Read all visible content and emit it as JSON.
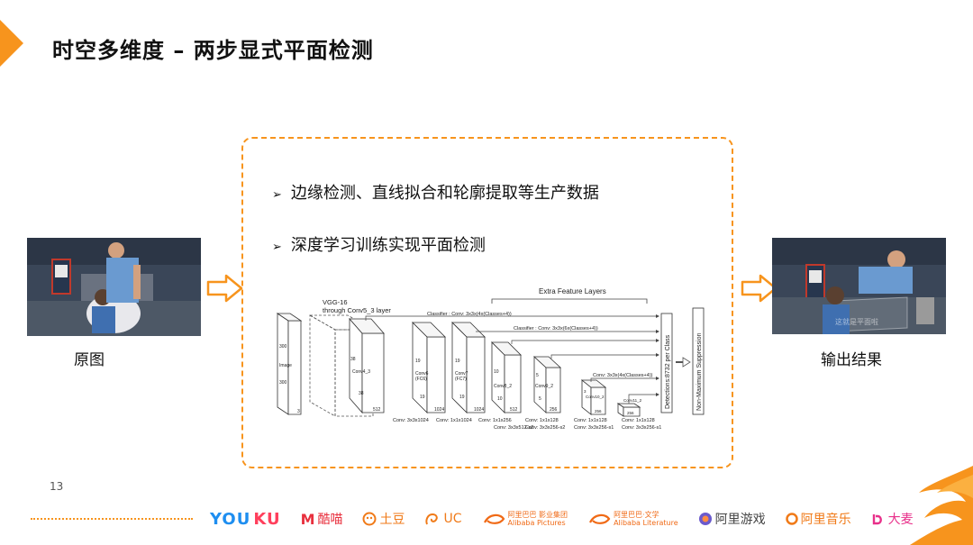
{
  "slide": {
    "title": "时空多维度 – 两步显式平面检测",
    "bullets": [
      "边缘检测、直线拟合和轮廓提取等生产数据",
      "深度学习训练实现平面检测"
    ],
    "bullet_marker": "➢",
    "left_caption": "原图",
    "right_caption": "输出结果",
    "right_photo_watermark": "这就是平面啦",
    "page_number": "13",
    "accent_color": "#f7941d"
  },
  "diagram": {
    "title": "Extra Feature Layers",
    "vgg_label_1": "VGG-16",
    "vgg_label_2": "through Conv5_3 layer",
    "classifier_1": "Classifier : Conv: 3x3x(4x(Classes+4))",
    "classifier_2": "Classifier : Conv: 3x3x(6x(Classes+4))",
    "classifier_3": "Conv: 3x3x(4x(Classes+4))",
    "image_dim_top": "300",
    "image_label": "Image",
    "image_dim_bottom": "300",
    "image_depth": "3",
    "conv4_top": "38",
    "conv4_label": "Conv4_3",
    "conv4_bottom": "38",
    "conv4_depth": "512",
    "conv6_top": "19",
    "conv6_label": "Conv6",
    "conv6_sub": "(FC6)",
    "conv6_bottom": "19",
    "conv6_depth": "1024",
    "conv7_top": "19",
    "conv7_label": "Conv7",
    "conv7_sub": "(FC7)",
    "conv7_bottom": "19",
    "conv7_depth": "1024",
    "conv8_top": "10",
    "conv8_label": "Conv8_2",
    "conv8_bottom": "10",
    "conv8_depth": "512",
    "conv9_top": "5",
    "conv9_label": "Conv9_2",
    "conv9_bottom": "5",
    "conv9_depth": "256",
    "conv10_top": "3",
    "conv10_label": "Conv10_2",
    "conv10_depth": "256",
    "conv11_label": "Conv11_2",
    "conv11_depth": "256",
    "below_1": "Conv: 3x3x1024",
    "below_2": "Conv: 1x1x1024",
    "below_3a": "Conv: 1x1x256",
    "below_3b": "Conv: 3x3x512-s2",
    "below_4a": "Conv: 1x1x128",
    "below_4b": "Conv: 3x3x256-s2",
    "below_5a": "Conv: 1x1x128",
    "below_5b": "Conv: 3x3x256-s1",
    "below_6a": "Conv: 1x1x128",
    "below_6b": "Conv: 3x3x256-s1",
    "detections": "Detections:8732 per Class",
    "nms": "Non-Maximum Suppression"
  },
  "footer": {
    "logos": {
      "youku_a": "YOU",
      "youku_b": "KU",
      "kumiao": "酷喵",
      "tudou": "土豆",
      "uc": "UC",
      "ali_pictures_cn": "阿里巴巴 影业集团",
      "ali_pictures_en": "Alibaba Pictures",
      "ali_literature_cn": "阿里巴巴·文学",
      "ali_literature_en": "Alibaba Literature",
      "game": "阿里游戏",
      "music": "阿里音乐",
      "damai": "大麦"
    }
  }
}
